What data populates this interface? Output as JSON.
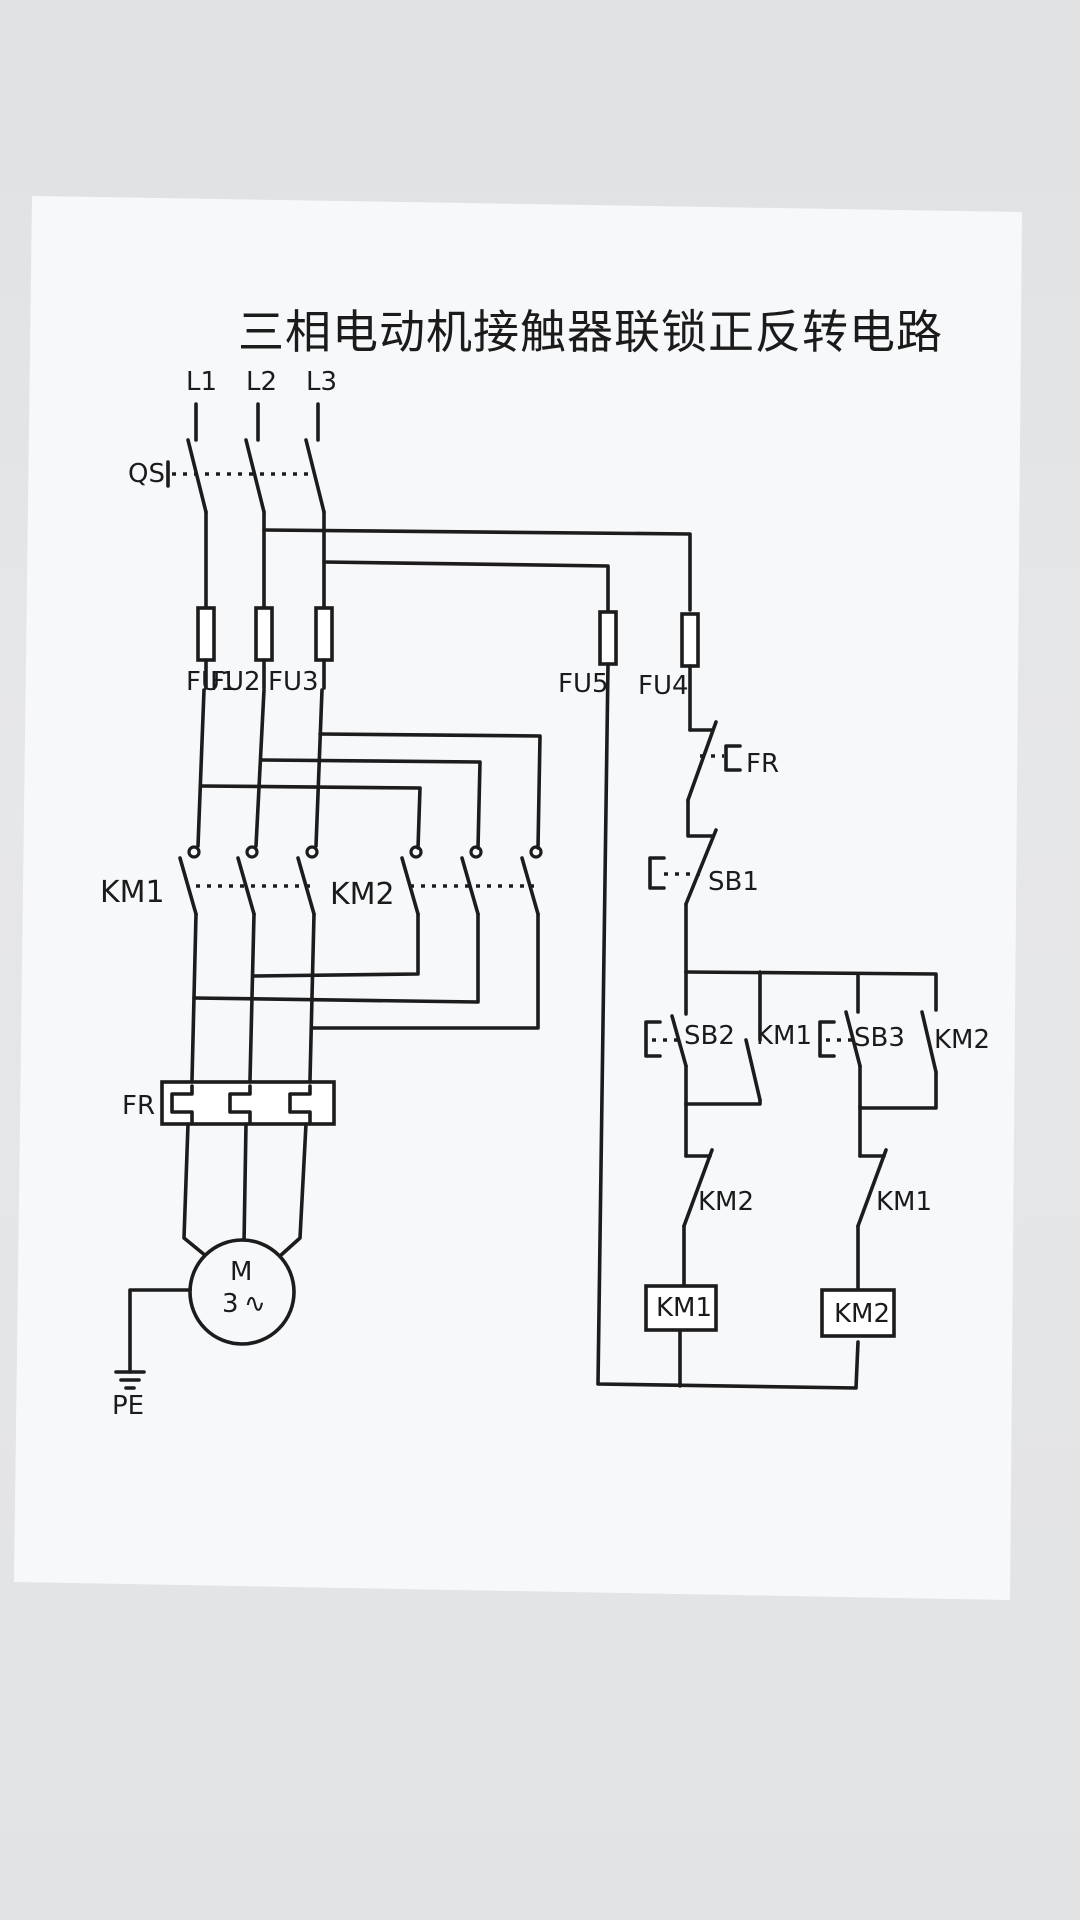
{
  "title": "三相电动机接触器联锁正反转电路",
  "labels": {
    "l1": "L1",
    "l2": "L2",
    "l3": "L3",
    "qs": "QS",
    "fu1": "FU1",
    "fu2": "FU2",
    "fu3": "FU3",
    "fu4": "FU4",
    "fu5": "FU5",
    "km1_main": "KM1",
    "km2_main": "KM2",
    "fr_main": "FR",
    "fr_ctrl": "FR",
    "sb1": "SB1",
    "sb2": "SB2",
    "sb3": "SB3",
    "km1_aux": "KM1",
    "km2_aux": "KM2",
    "km2_interlock": "KM2",
    "km1_interlock": "KM1",
    "coil_km1": "KM1",
    "coil_km2": "KM2",
    "motor_m": "M",
    "motor_3": "3",
    "motor_ac": "∿",
    "pe": "PE"
  },
  "colors": {
    "ink": "#1c1c1c",
    "paper": "#f7f8fa",
    "background": "#e2e3e5"
  }
}
